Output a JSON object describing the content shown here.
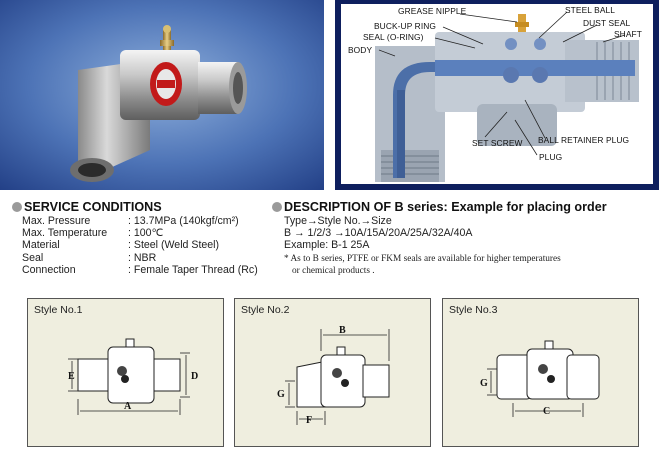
{
  "diagram": {
    "labels": {
      "grease_nipple": "GREASE NIPPLE",
      "steel_ball": "STEEL BALL",
      "buckup_ring": "BUCK-UP RING",
      "dust_seal": "DUST SEAL",
      "seal_oring": "SEAL (O-RING)",
      "shaft": "SHAFT",
      "body": "BODY",
      "set_screw": "SET SCREW",
      "ball_retainer_plug": "BALL RETAINER PLUG",
      "plug": "PLUG"
    }
  },
  "service": {
    "title": "SERVICE CONDITIONS",
    "rows": [
      {
        "label": "Max. Pressure",
        "value": ": 13.7MPa (140kgf/cm²)"
      },
      {
        "label": "Max. Temperature",
        "value": ": 100℃"
      },
      {
        "label": "Material",
        "value": ": Steel (Weld Steel)"
      },
      {
        "label": "Seal",
        "value": ": NBR"
      },
      {
        "label": "Connection",
        "value": ": Female Taper Thread (Rc)"
      }
    ]
  },
  "description": {
    "title": "DESCRIPTION OF B series: Example for placing order",
    "line1": "Type→Style No.→Size",
    "line2": "B → 1/2/3 →10A/15A/20A/25A/32A/40A",
    "line3": "Example: B-1 25A",
    "note1": "* As to B series, PTFE or FKM seals are available for higher temperatures",
    "note2": "or chemical products ."
  },
  "styles": {
    "style1": {
      "title": "Style No.1",
      "dims": {
        "a": "A",
        "d": "D",
        "e": "E"
      }
    },
    "style2": {
      "title": "Style No.2",
      "dims": {
        "b": "B",
        "g": "G",
        "f": "F"
      }
    },
    "style3": {
      "title": "Style No.3",
      "dims": {
        "c": "C",
        "g": "G"
      }
    }
  }
}
